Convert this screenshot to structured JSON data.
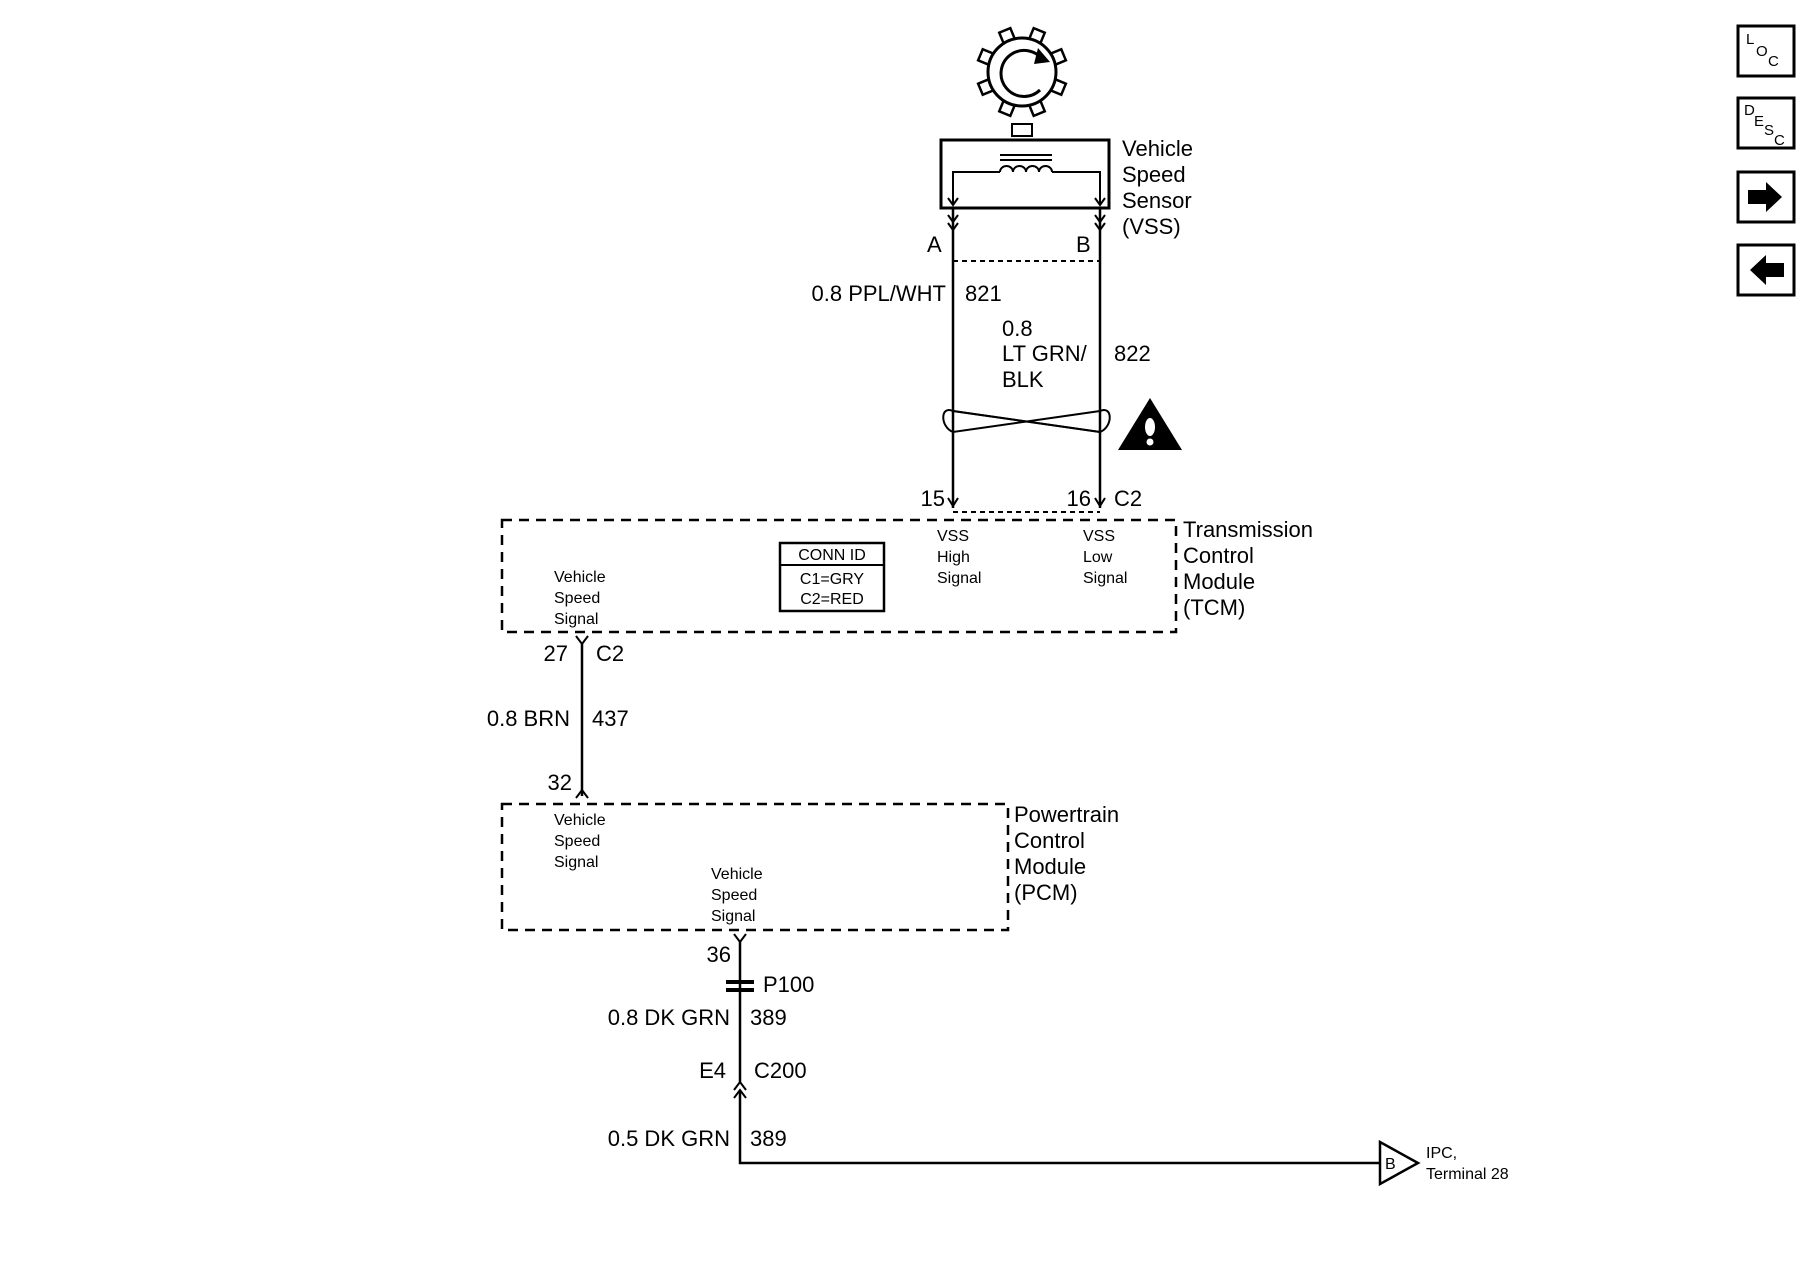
{
  "vss": {
    "name_lines": [
      "Vehicle",
      "Speed",
      "Sensor",
      "(VSS)"
    ],
    "pin_a": "A",
    "pin_b": "B"
  },
  "wires": {
    "w821": {
      "size_color": "0.8 PPL/WHT",
      "circuit": "821"
    },
    "w822": {
      "size_lines": [
        "0.8",
        "LT GRN/",
        "BLK"
      ],
      "circuit": "822"
    },
    "w437": {
      "size_color": "0.8 BRN",
      "circuit": "437"
    },
    "w389a": {
      "size_color": "0.8 DK GRN",
      "circuit": "389"
    },
    "w389b": {
      "size_color": "0.5 DK GRN",
      "circuit": "389"
    }
  },
  "tcm": {
    "name_lines": [
      "Transmission",
      "Control",
      "Module",
      "(TCM)"
    ],
    "pin_15": "15",
    "pin_16": "16",
    "connector_top": "C2",
    "vss_high_lines": [
      "VSS",
      "High",
      "Signal"
    ],
    "vss_low_lines": [
      "VSS",
      "Low",
      "Signal"
    ],
    "speed_signal_lines": [
      "Vehicle",
      "Speed",
      "Signal"
    ],
    "conn_id_title": "CONN ID",
    "conn_id_rows": [
      "C1=GRY",
      "C2=RED"
    ],
    "pin_27": "27",
    "connector_bottom": "C2"
  },
  "pcm": {
    "name_lines": [
      "Powertrain",
      "Control",
      "Module",
      "(PCM)"
    ],
    "pin_32": "32",
    "in_signal_lines": [
      "Vehicle",
      "Speed",
      "Signal"
    ],
    "out_signal_lines": [
      "Vehicle",
      "Speed",
      "Signal"
    ],
    "pin_36": "36"
  },
  "splice": {
    "label": "P100"
  },
  "inline_connector": {
    "pin": "E4",
    "label": "C200"
  },
  "offpage": {
    "letter": "B",
    "dest_lines": [
      "IPC,",
      "Terminal 28"
    ]
  },
  "side_nav": {
    "loc": [
      "L",
      "O",
      "C"
    ],
    "desc": [
      "D",
      "E",
      "S",
      "C"
    ]
  }
}
